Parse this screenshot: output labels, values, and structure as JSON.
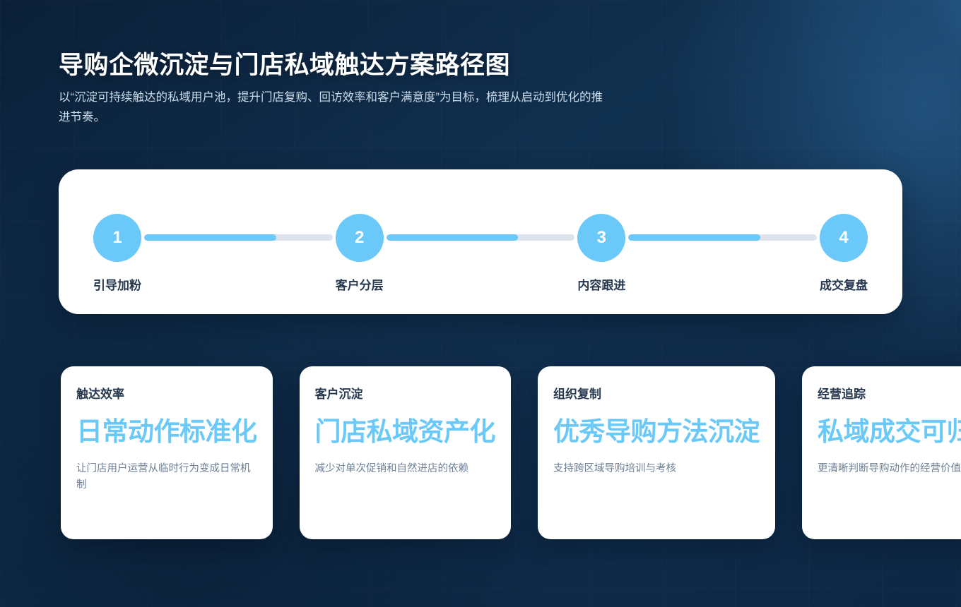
{
  "header": {
    "title": "导购企微沉淀与门店私域触达方案路径图",
    "subtitle": "以“沉淀可持续触达的私域用户池，提升门店复购、回访效率和客户满意度”为目标，梳理从启动到优化的推进节奏。"
  },
  "timeline": {
    "connector_fill_percent": 70,
    "steps": [
      {
        "number": "1",
        "label": "引导加粉"
      },
      {
        "number": "2",
        "label": "客户分层"
      },
      {
        "number": "3",
        "label": "内容跟进"
      },
      {
        "number": "4",
        "label": "成交复盘"
      }
    ]
  },
  "cards": [
    {
      "title": "触达效率",
      "highlight": "日常动作标准化",
      "desc": "让门店用户运营从临时行为变成日常机制"
    },
    {
      "title": "客户沉淀",
      "highlight": "门店私域资产化",
      "desc": "减少对单次促销和自然进店的依赖"
    },
    {
      "title": "组织复制",
      "highlight": "优秀导购方法沉淀",
      "desc": "支持跨区域导购培训与考核"
    },
    {
      "title": "经营追踪",
      "highlight": "私域成交可归因",
      "desc": "更清晰判断导购动作的经营价值"
    }
  ],
  "colors": {
    "accent": "#6ac9f8",
    "panel": "#ffffff",
    "title": "#ffffff",
    "card_title": "#26384f",
    "card_desc": "#6f8097",
    "connector_track": "#dde4ed",
    "background_dark": "#0d2744"
  }
}
